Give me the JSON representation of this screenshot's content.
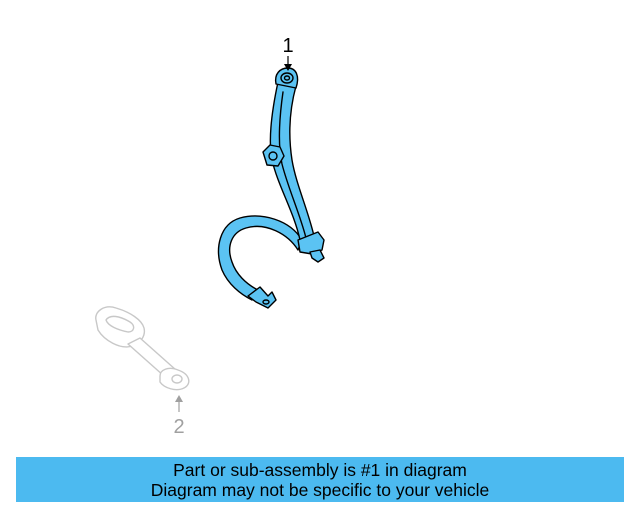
{
  "diagram": {
    "callouts": [
      {
        "number": "1",
        "part": "seat-belt-assembly",
        "highlighted": true
      },
      {
        "number": "2",
        "part": "buckle-assembly",
        "highlighted": false
      }
    ],
    "colors": {
      "highlight_fill": "#5bc3f3",
      "outline": "#000000",
      "faded": "#c8c8c8",
      "faded_text": "#a0a0a0",
      "banner": "#4cbaf0"
    }
  },
  "banner": {
    "line1": "Part or sub-assembly is #1 in diagram",
    "line2": "Diagram may not be specific to your vehicle"
  }
}
